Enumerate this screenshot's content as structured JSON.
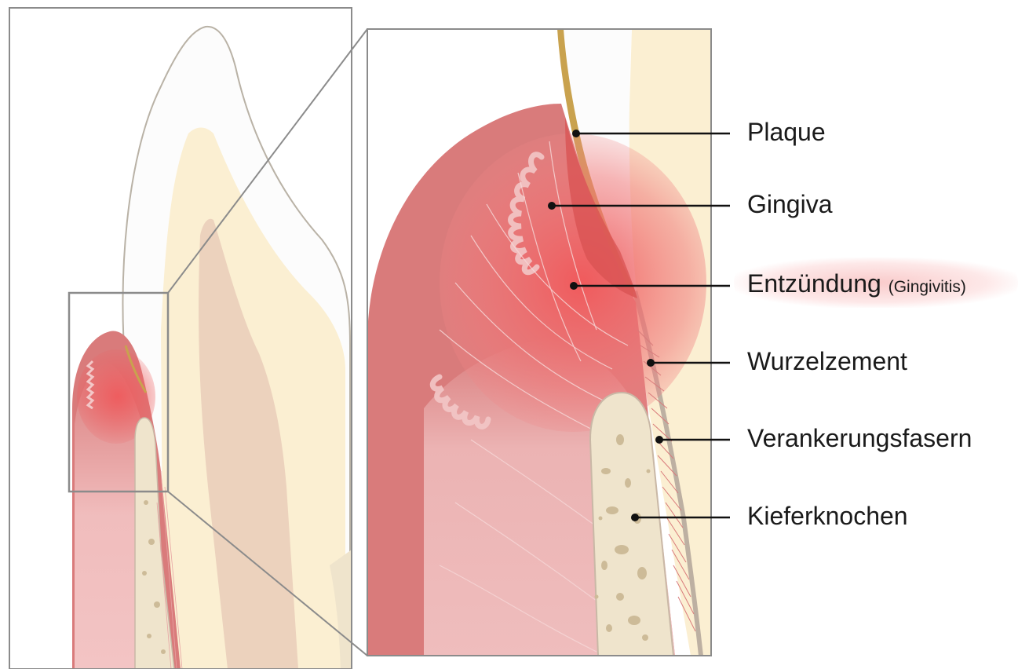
{
  "labels": {
    "plaque": "Plaque",
    "gingiva": "Gingiva",
    "inflammation": "Entzündung",
    "inflammation_note": "(Gingivitis)",
    "root_cementum": "Wurzelzement",
    "anchoring_fibers": "Verankerungsfasern",
    "jaw_bone": "Kieferknochen"
  },
  "colors": {
    "gum": "#d8797a",
    "gum_light": "#efbdbd",
    "inflamed": "#ee5d5f",
    "enamel": "#fbfbfb",
    "dentin": "#fbefd2",
    "pulp": "#ecd1bb",
    "bone": "#efe4cc",
    "bone_pores": "#cdbb98",
    "plaque": "#c9a24e",
    "cementum": "#c9b8a6",
    "frame": "#8b8b8b",
    "leader": "#111111"
  }
}
